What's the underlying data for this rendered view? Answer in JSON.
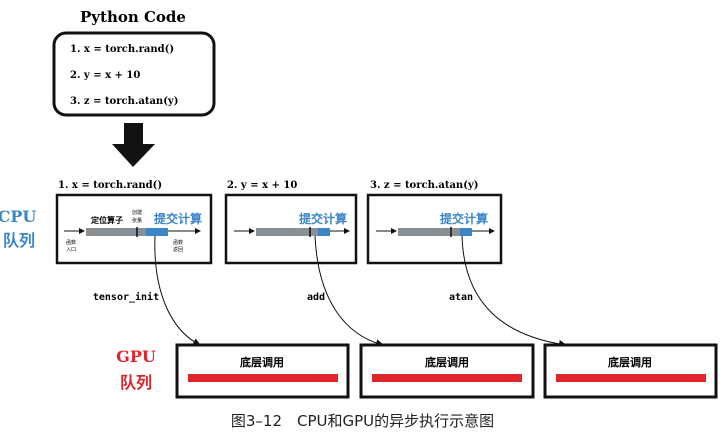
{
  "code_block": {
    "title": "Python Code",
    "lines": [
      "1. x = torch.rand()",
      "2. y = x + 10",
      "3. z = torch.atan(y)"
    ]
  },
  "cpu_queue": {
    "label_line1": "CPU",
    "label_line2": "队列",
    "color": "#3a86c8",
    "steps": [
      {
        "title": "1. x = torch.rand()",
        "submit_label": "提交计算",
        "locate_label": "定位算子",
        "create_label_line1": "创建",
        "create_label_line2": "张量",
        "entry_label_line1": "函数",
        "entry_label_line2": "入口",
        "return_label_line1": "函数",
        "return_label_line2": "返回",
        "kernel": "tensor_init"
      },
      {
        "title": "2. y = x + 10",
        "submit_label": "提交计算",
        "kernel": "add"
      },
      {
        "title": "3. z = torch.atan(y)",
        "submit_label": "提交计算",
        "kernel": "atan"
      }
    ]
  },
  "gpu_queue": {
    "label_line1": "GPU",
    "label_line2": "队列",
    "color": "#e0242b",
    "tasks": [
      {
        "label": "底层调用"
      },
      {
        "label": "底层调用"
      },
      {
        "label": "底层调用"
      }
    ]
  },
  "colors": {
    "bar_gray": "#8a8f94",
    "bar_blue": "#3a86c8",
    "gpu_bar": "#e0242b"
  },
  "caption": "图3–12　CPU和GPU的异步执行示意图"
}
